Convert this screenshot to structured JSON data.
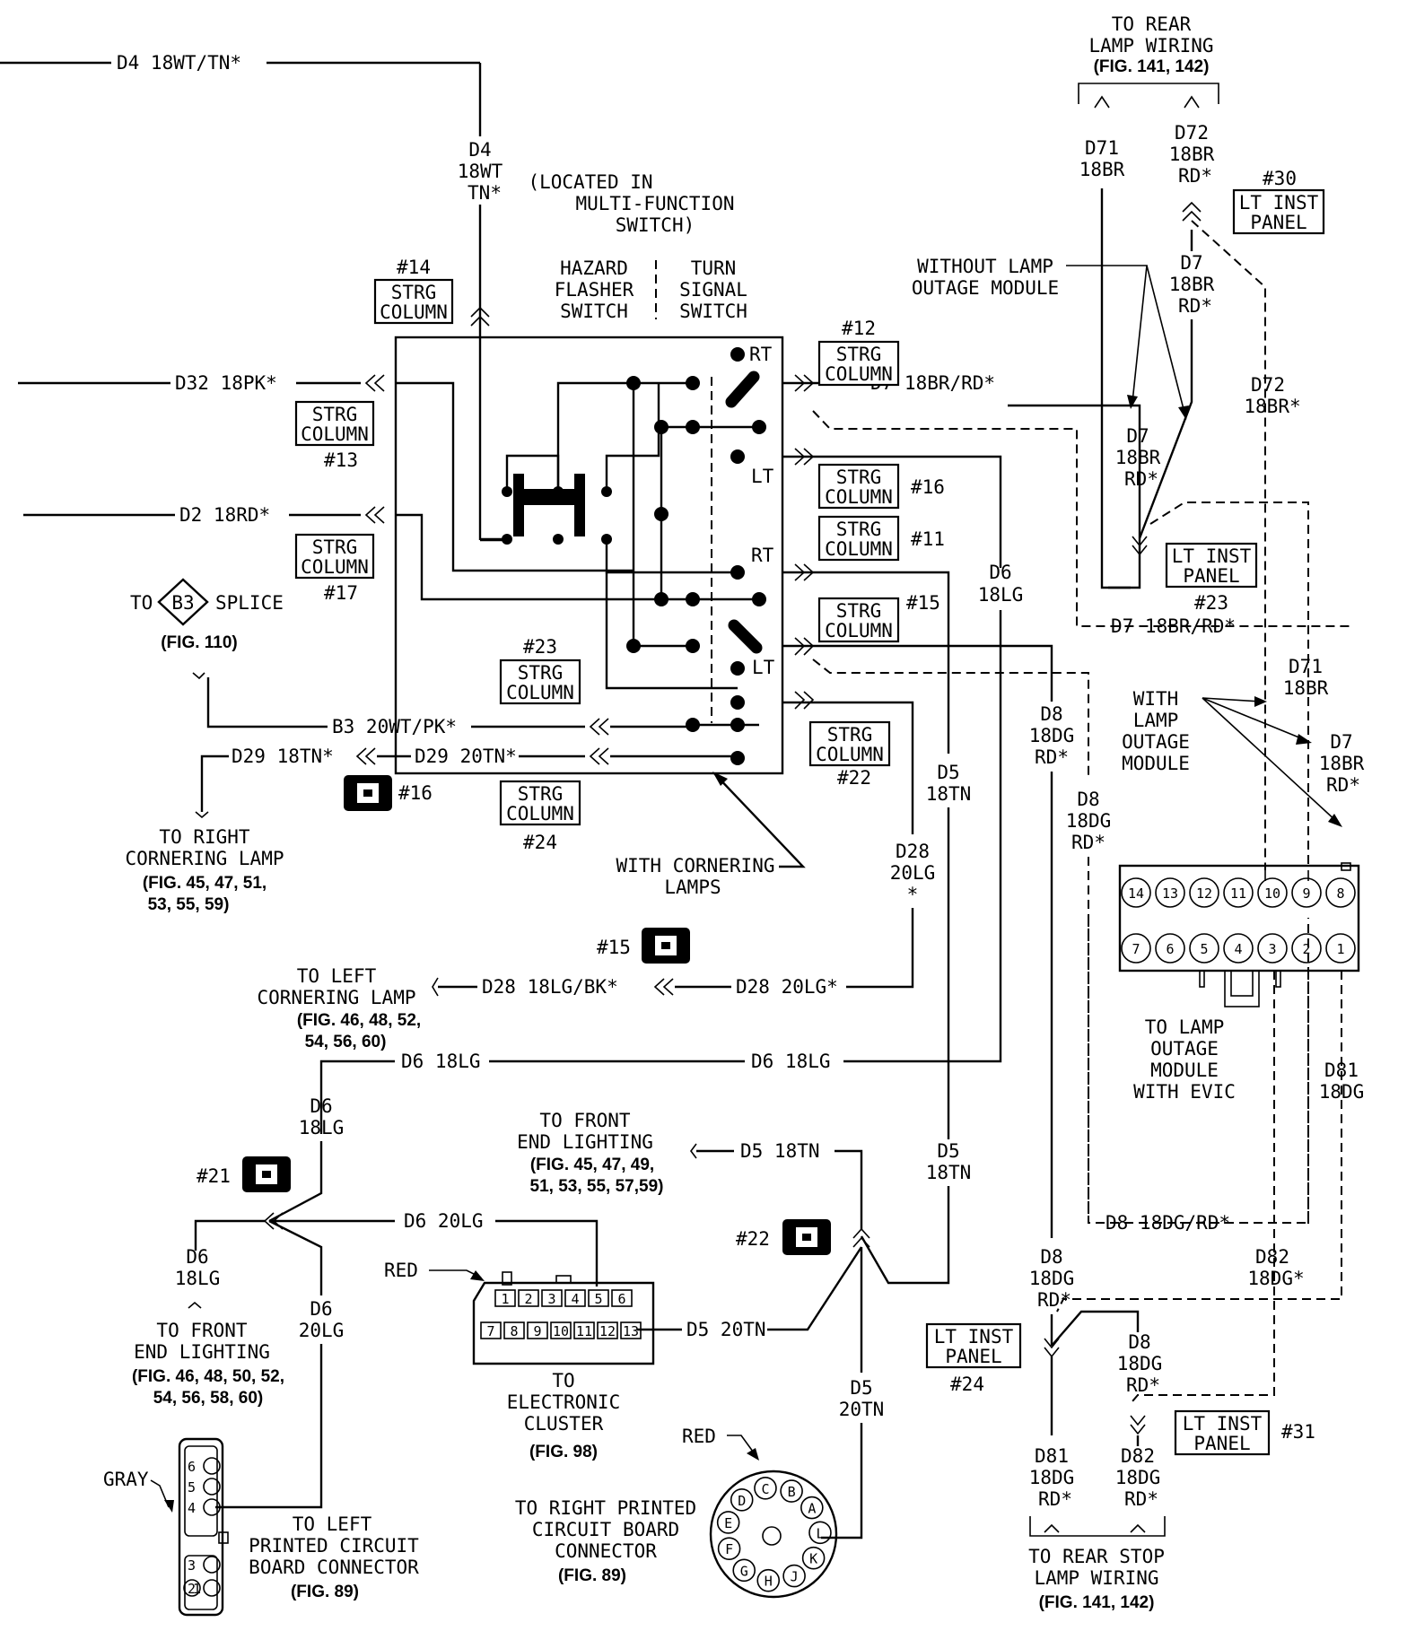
{
  "switch_location": [
    "(LOCATED IN",
    "MULTI-FUNCTION",
    "SWITCH)"
  ],
  "hazard_label": [
    "HAZARD",
    "FLASHER",
    "SWITCH"
  ],
  "turn_label": [
    "TURN",
    "SIGNAL",
    "SWITCH"
  ],
  "pin_rt": "RT",
  "pin_lt": "LT",
  "with_cornering": [
    "WITH CORNERING",
    "LAMPS"
  ],
  "rear_lamp": [
    "TO REAR",
    "LAMP WIRING",
    "(FIG. 141, 142)"
  ],
  "without_module": [
    "WITHOUT LAMP",
    "OUTAGE MODULE"
  ],
  "with_module": [
    "WITH",
    "LAMP",
    "OUTAGE",
    "MODULE"
  ],
  "module_label": [
    "TO LAMP",
    "OUTAGE",
    "MODULE",
    "WITH EVIC"
  ],
  "module_pins_top": [
    "14",
    "13",
    "12",
    "11",
    "10",
    "9",
    "8"
  ],
  "module_pins_bottom": [
    "7",
    "6",
    "5",
    "4",
    "3",
    "2",
    "1"
  ],
  "splice": {
    "prefix": "TO",
    "id": "B3",
    "suffix": "SPLICE",
    "fig": "(FIG. 110)"
  },
  "strg": {
    "line1": "STRG",
    "line2": "COLUMN"
  },
  "lt_inst": {
    "line1": "LT INST",
    "line2": "PANEL"
  },
  "refs": {
    "r14": "#14",
    "r13": "#13",
    "r17": "#17",
    "r12": "#12",
    "r16": "#16",
    "r11": "#11",
    "r15": "#15",
    "r23": "#23",
    "r22": "#22",
    "r24": "#24",
    "r30": "#30",
    "r31": "#31",
    "r21": "#21"
  },
  "wires": {
    "d4_top": "D4 18WT/TN*",
    "d4_v": [
      "D4",
      "18WT",
      "TN*"
    ],
    "d32": "D32 18PK*",
    "d2": "D2 18RD*",
    "d7_rt": "D7 18BR/RD*",
    "d71_top": [
      "D71",
      "18BR"
    ],
    "d72_top": [
      "D72",
      "18BR",
      "RD*"
    ],
    "d7_a": [
      "D7",
      "18BR",
      "RD*"
    ],
    "d72_r": [
      "D72",
      "18BR*"
    ],
    "d7_b": [
      "D7",
      "18BR",
      "RD*"
    ],
    "d7_dash": "D7 18BR/RD*",
    "d71_m": [
      "D71",
      "18BR"
    ],
    "d7_m": [
      "D7",
      "18BR",
      "RD*"
    ],
    "d6_a": [
      "D6",
      "18LG"
    ],
    "d8_a": [
      "D8",
      "18DG",
      "RD*"
    ],
    "d8_b": [
      "D8",
      "18DG",
      "RD*"
    ],
    "d5_a": [
      "D5",
      "18TN"
    ],
    "d28_v": [
      "D28",
      "20LG",
      "*"
    ],
    "b3": "B3 20WT/PK*",
    "d29_l": "D29 18TN*",
    "d29_r": "D29 20TN*",
    "d28_l": "D28 18LG/BK*",
    "d28_r": "D28 20LG*",
    "d6_h1": "D6 18LG",
    "d6_h2": "D6 18LG",
    "d6_v1": [
      "D6",
      "18LG"
    ],
    "d6_20": "D6 20LG",
    "d6_v2": [
      "D6",
      "18LG"
    ],
    "d6_v3": [
      "D6",
      "20LG"
    ],
    "d5_front": "D5 18TN",
    "d5_b": [
      "D5",
      "18TN"
    ],
    "d5_20": "D5 20TN",
    "d5_v": [
      "D5",
      "20TN"
    ],
    "d81_a": [
      "D81",
      "18DG"
    ],
    "d8_dash": "D8 18DG/RD*",
    "d82_a": [
      "D82",
      "18DG*"
    ],
    "d8_c": [
      "D8",
      "18DG",
      "RD*"
    ],
    "d8_d": [
      "D8",
      "18DG",
      "RD*"
    ],
    "d81_b": [
      "D81",
      "18DG",
      "RD*"
    ],
    "d82_b": [
      "D82",
      "18DG",
      "RD*"
    ]
  },
  "right_cornering": [
    "TO RIGHT",
    "CORNERING LAMP",
    "(FIG. 45, 47, 51,",
    "53, 55, 59)"
  ],
  "left_cornering": [
    "TO LEFT",
    "CORNERING LAMP",
    "(FIG. 46, 48, 52,",
    "54, 56, 60)"
  ],
  "front_lighting_top": [
    "TO FRONT",
    "END LIGHTING",
    "(FIG. 45, 47, 49,",
    "51, 53, 55, 57,59)"
  ],
  "front_lighting_left": [
    "TO FRONT",
    "END LIGHTING",
    "(FIG. 46, 48, 50, 52,",
    "54, 56, 58, 60)"
  ],
  "cluster": [
    "TO",
    "ELECTRONIC",
    "CLUSTER",
    "(FIG. 98)"
  ],
  "cluster_pins_top": [
    "1",
    "2",
    "3",
    "4",
    "5",
    "6"
  ],
  "cluster_pins_bottom": [
    "7",
    "8",
    "9",
    "10",
    "11",
    "12",
    "13"
  ],
  "red_label": "RED",
  "gray_label": "GRAY",
  "left_pcb": [
    "TO LEFT",
    "PRINTED CIRCUIT",
    "BOARD CONNECTOR",
    "(FIG. 89)"
  ],
  "left_pcb_pins": [
    "6",
    "5",
    "4",
    "3",
    "2",
    "1"
  ],
  "right_pcb": [
    "TO RIGHT PRINTED",
    "CIRCUIT BOARD",
    "CONNECTOR",
    "(FIG. 89)"
  ],
  "right_pcb_pins": [
    "C",
    "B",
    "A",
    "L",
    "K",
    "J",
    "H",
    "G",
    "F",
    "E",
    "D"
  ],
  "rear_stop": [
    "TO REAR STOP",
    "LAMP WIRING",
    "(FIG. 141, 142)"
  ]
}
